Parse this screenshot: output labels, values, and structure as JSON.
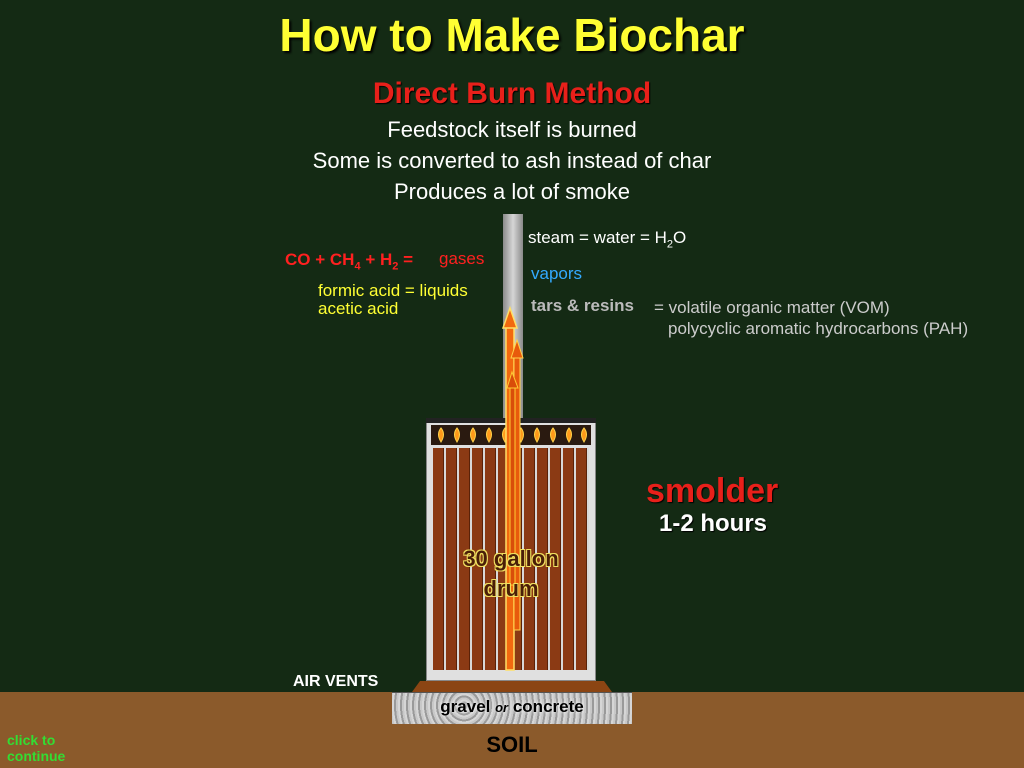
{
  "title": "How to Make Biochar",
  "subtitle": "Direct Burn Method",
  "description": [
    "Feedstock itself is burned",
    "Some is converted to ash instead of char",
    "Produces a lot of smoke"
  ],
  "gases": {
    "co": "CO",
    "ch": "CH",
    "ch_sub": "4",
    "h": "H",
    "h_sub": "2",
    "plus": "+",
    "equals": "=",
    "label": "gases"
  },
  "liquids": {
    "line1": "formic acid = liquids",
    "line2": "acetic acid"
  },
  "steam": {
    "text": "steam = water = H",
    "sub": "2",
    "tail": "O"
  },
  "vapors": "vapors",
  "tars": "tars & resins",
  "vom": {
    "line1": "= volatile organic matter (VOM)",
    "line2": "polycyclic aromatic hydrocarbons (PAH)"
  },
  "smolder": "smolder",
  "duration": "1-2 hours",
  "drum": {
    "line1": "30 gallon",
    "line2": "drum"
  },
  "air_vents": "AIR VENTS",
  "gravel": {
    "left": "gravel",
    "or": "or",
    "right": "concrete"
  },
  "soil": "SOIL",
  "click": {
    "line1": "click to",
    "line2": "continue"
  },
  "colors": {
    "background": "#142a14",
    "title": "#ffff33",
    "subtitle": "#e8201a",
    "soil": "#8b5a2b",
    "slats": "#8b3a14",
    "vapors": "#33aaff",
    "click": "#33dd33"
  }
}
